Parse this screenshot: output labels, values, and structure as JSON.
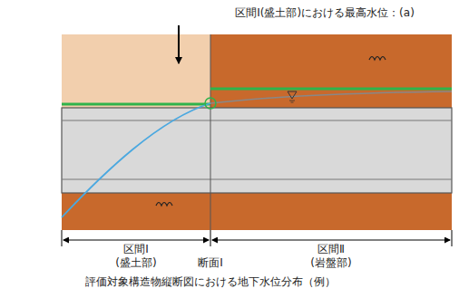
{
  "diagram": {
    "caption": "評価対象構造物縦断図における地下水位分布（例）",
    "labels": [
      "区間Ⅰ(盛土部)における最高水位：(a)",
      "区間Ⅰ (盛土部)",
      "断面Ⅰ",
      "区間Ⅱ (岩盤部)"
    ]
  }
}
